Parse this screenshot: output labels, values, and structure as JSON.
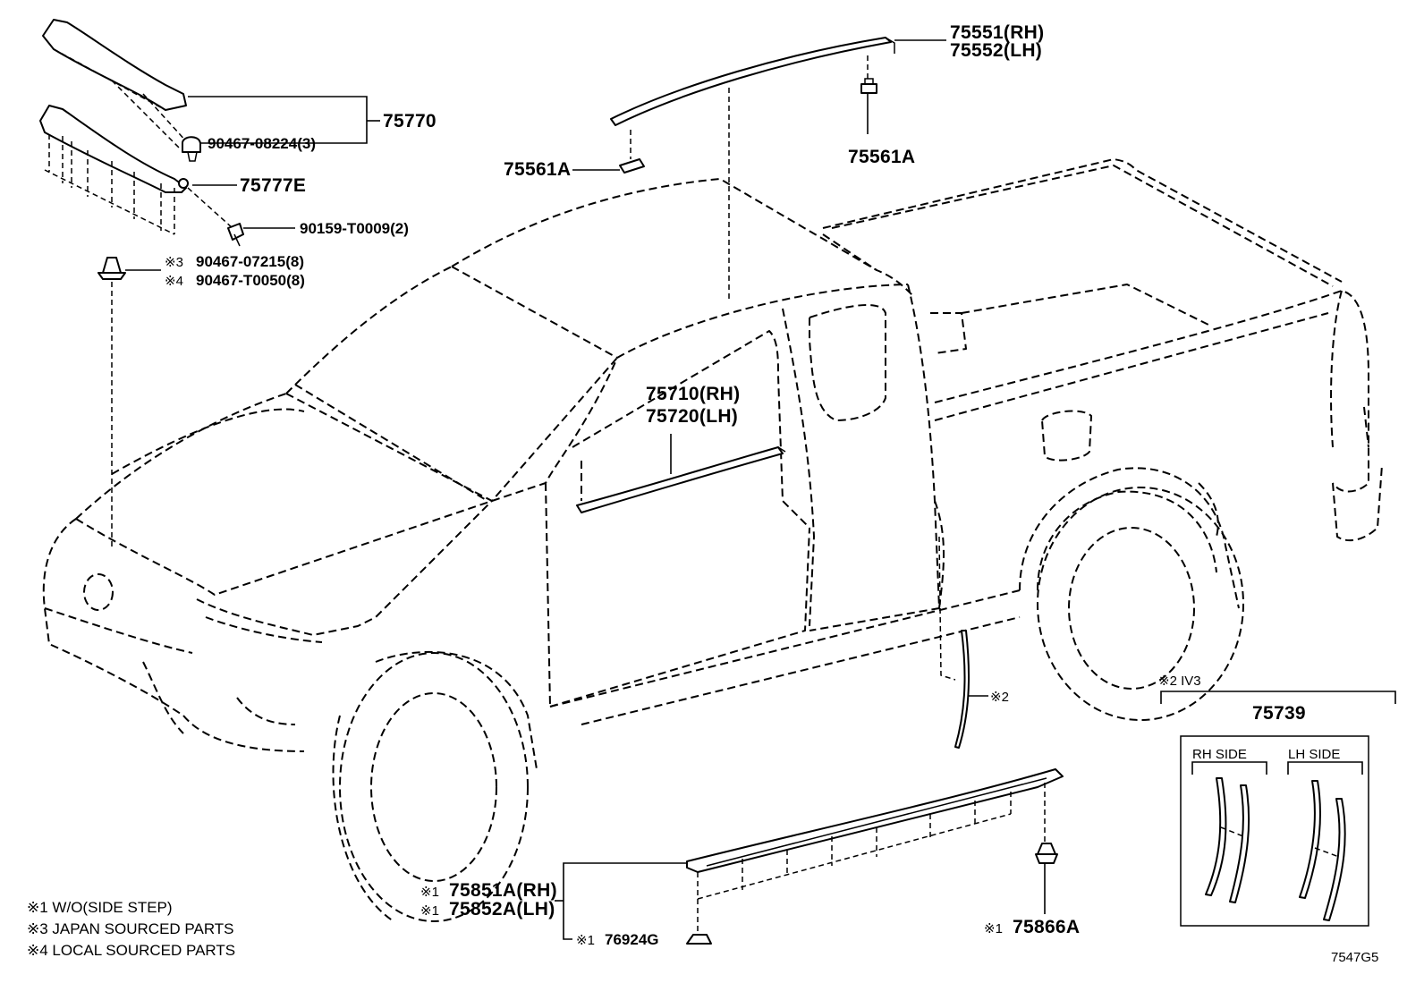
{
  "parts": {
    "moulding_roof_rh": "75551(RH)",
    "moulding_roof_lh": "75552(LH)",
    "clip_75561a_left": "75561A",
    "clip_75561a_right": "75561A",
    "garnish_assy": "75770",
    "screw_90467_08224": "90467-08224(3)",
    "garnish_75777e": "75777E",
    "bolt_90159": "90159-T0009(2)",
    "clip_90467_07215": "90467-07215(8)",
    "clip_90467_t0050": "90467-T0050(8)",
    "door_moulding_rh": "75710(RH)",
    "door_moulding_lh": "75720(LH)",
    "rocker_rh": "75851A(RH)",
    "rocker_lh": "75852A(LH)",
    "clip_76924g": "76924G",
    "clip_75866a": "75866A",
    "seal_75739": "75739",
    "ref_mark_2": "※2",
    "rh_side": "RH SIDE",
    "lh_side": "LH SIDE",
    "ref_2_iv3": "※2 IV3",
    "diagram_code": "7547G5"
  },
  "marks": {
    "m1": "※1",
    "m3": "※3",
    "m4": "※4"
  },
  "legend": [
    "※1 W/O(SIDE STEP)",
    "※3 JAPAN SOURCED PARTS",
    "※4 LOCAL SOURCED PARTS"
  ]
}
